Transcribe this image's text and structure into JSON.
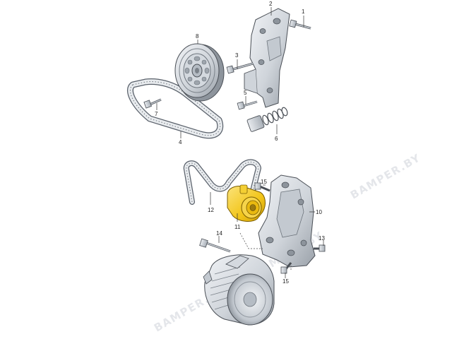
{
  "watermark": "BAMPER.BY",
  "colors": {
    "highlight": "#f2c519",
    "part_fill": "#dfe3e8",
    "part_stroke": "#4a4f56"
  },
  "callouts": [
    {
      "id": "1",
      "label": "1"
    },
    {
      "id": "2",
      "label": "2"
    },
    {
      "id": "3",
      "label": "3"
    },
    {
      "id": "4",
      "label": "4"
    },
    {
      "id": "5",
      "label": "5"
    },
    {
      "id": "6",
      "label": "6"
    },
    {
      "id": "7",
      "label": "7"
    },
    {
      "id": "8",
      "label": "8"
    },
    {
      "id": "10",
      "label": "10"
    },
    {
      "id": "11",
      "label": "11"
    },
    {
      "id": "12",
      "label": "12"
    },
    {
      "id": "13",
      "label": "13"
    },
    {
      "id": "14",
      "label": "14"
    },
    {
      "id": "15a",
      "label": "15"
    },
    {
      "id": "15b",
      "label": "15"
    }
  ],
  "parts": {
    "pulley": "pulley-icon",
    "upper_belt": "belt-icon",
    "lower_belt": "belt-icon",
    "upper_bracket": "bracket-icon",
    "lower_bracket": "bracket-icon",
    "tensioner": "tensioner-icon",
    "alternator": "alternator-icon",
    "damper": "spring-damper-icon",
    "bolt": "bolt-icon"
  }
}
